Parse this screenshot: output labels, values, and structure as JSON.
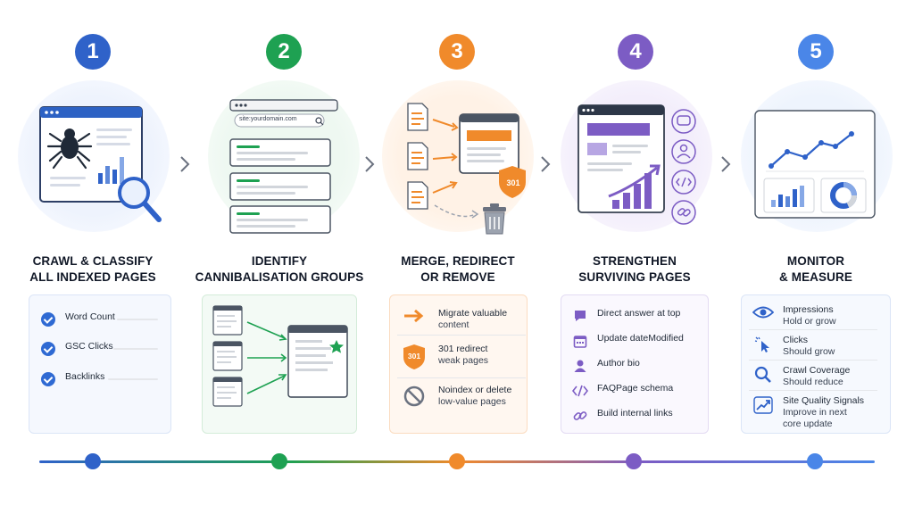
{
  "steps": [
    {
      "num": "1",
      "color": "#2f62c9",
      "title1": "CRAWL & CLASSIFY",
      "title2": "ALL INDEXED PAGES",
      "items": [
        "Word Count",
        "GSC Clicks",
        "Backlinks"
      ]
    },
    {
      "num": "2",
      "color": "#1ea152",
      "title1": "IDENTIFY",
      "title2": "CANNIBALISATION GROUPS",
      "search_text": "site:yourdomain.com"
    },
    {
      "num": "3",
      "color": "#f08a2b",
      "title1": "MERGE, REDIRECT",
      "title2": "OR REMOVE",
      "redirect_code": "301",
      "items": [
        {
          "l1": "Migrate valuable",
          "l2": "content",
          "icon": "arrow-right-icon"
        },
        {
          "l1": "301 redirect",
          "l2": "weak pages",
          "icon": "shield-301-icon",
          "code": "301"
        },
        {
          "l1": "Noindex or delete",
          "l2": "low-value pages",
          "icon": "prohibited-icon"
        }
      ]
    },
    {
      "num": "4",
      "color": "#7c5cc4",
      "title1": "STRENGTHEN",
      "title2": "SURVIVING PAGES",
      "items": [
        {
          "l1": "Direct answer at top",
          "icon": "chat-icon"
        },
        {
          "l1": "Update dateModified",
          "icon": "calendar-icon"
        },
        {
          "l1": "Author bio",
          "icon": "person-icon"
        },
        {
          "l1": "FAQPage schema",
          "icon": "code-icon"
        },
        {
          "l1": "Build internal links",
          "icon": "link-icon"
        }
      ]
    },
    {
      "num": "5",
      "color": "#4a86e8",
      "title1": "MONITOR",
      "title2": "& MEASURE",
      "items": [
        {
          "l1": "Impressions",
          "l2": "Hold or grow",
          "icon": "eye-icon"
        },
        {
          "l1": "Clicks",
          "l2": "Should grow",
          "icon": "cursor-click-icon"
        },
        {
          "l1": "Crawl Coverage",
          "l2": "Should reduce",
          "icon": "search-icon"
        },
        {
          "l1": "Site Quality Signals",
          "l2": "Improve in next",
          "l3": "core update",
          "icon": "trend-up-icon"
        }
      ]
    }
  ]
}
